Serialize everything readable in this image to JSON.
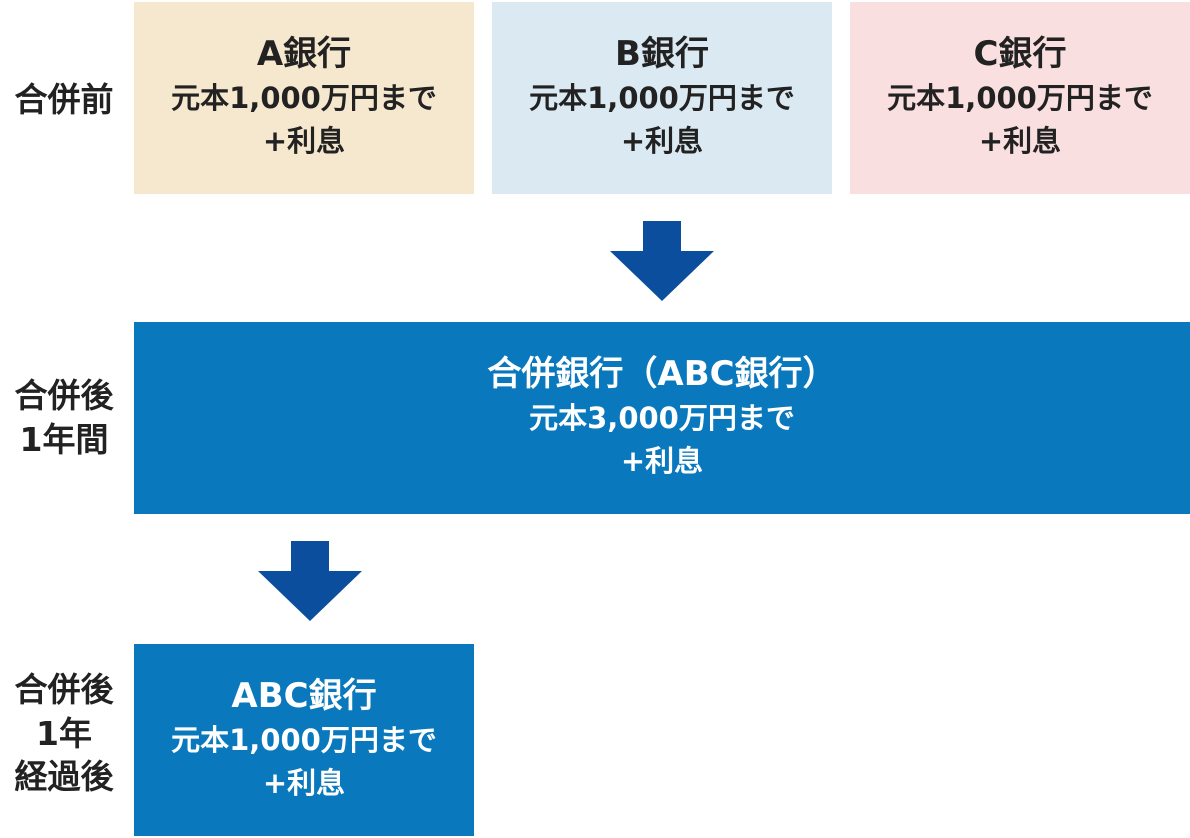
{
  "colors": {
    "bank_a_bg": "#f6e8ce",
    "bank_b_bg": "#dbe9f2",
    "bank_c_bg": "#f9dfe0",
    "merged_bg": "#0a78bc",
    "arrow": "#0b4e9e",
    "label_text": "#222222",
    "light_box_text": "#222222",
    "dark_box_text": "#ffffff"
  },
  "labels": {
    "before": "合併前",
    "after_1y_line1": "合併後",
    "after_1y_line2": "1年間",
    "after_past_line1": "合併後",
    "after_past_line2": "1年",
    "after_past_line3": "経過後"
  },
  "before_banks": [
    {
      "name": "A銀行",
      "limit": "元本1,000万円まで",
      "extra": "+利息"
    },
    {
      "name": "B銀行",
      "limit": "元本1,000万円まで",
      "extra": "+利息"
    },
    {
      "name": "C銀行",
      "limit": "元本1,000万円まで",
      "extra": "+利息"
    }
  ],
  "merged_first_year": {
    "name": "合併銀行（ABC銀行）",
    "limit": "元本3,000万円まで",
    "extra": "+利息"
  },
  "merged_after": {
    "name": "ABC銀行",
    "limit": "元本1,000万円まで",
    "extra": "+利息"
  },
  "icons": {
    "arrow_1": "arrow-down-icon",
    "arrow_2": "arrow-down-icon"
  }
}
